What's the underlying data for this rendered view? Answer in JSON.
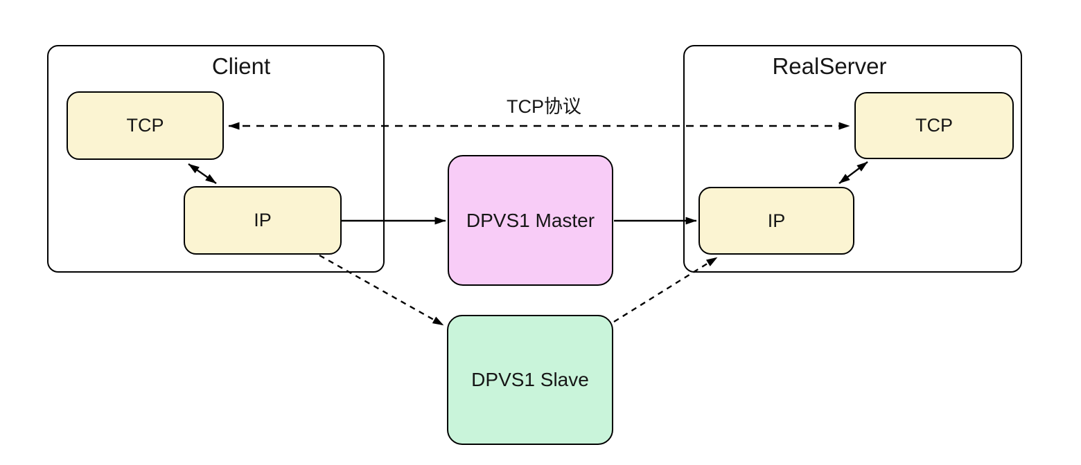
{
  "diagram": {
    "type": "network-topology",
    "groups": [
      {
        "id": "client",
        "title": "Client"
      },
      {
        "id": "realserver",
        "title": "RealServer"
      }
    ],
    "nodes": [
      {
        "id": "client-tcp",
        "label": "TCP",
        "fill": "#FBF4D2",
        "group": "client"
      },
      {
        "id": "client-ip",
        "label": "IP",
        "fill": "#FBF4D2",
        "group": "client"
      },
      {
        "id": "dpvs1-master",
        "label": "DPVS1 Master",
        "fill": "#F8CCF7",
        "group": ""
      },
      {
        "id": "dpvs1-slave",
        "label": "DPVS1 Slave",
        "fill": "#C9F4DA",
        "group": ""
      },
      {
        "id": "realserver-ip",
        "label": "IP",
        "fill": "#FBF4D2",
        "group": "realserver"
      },
      {
        "id": "realserver-tcp",
        "label": "TCP",
        "fill": "#FBF4D2",
        "group": "realserver"
      }
    ],
    "edges": [
      {
        "from": "client-tcp",
        "to": "realserver-tcp",
        "style": "dashed",
        "arrows": "both",
        "label": "TCP协议"
      },
      {
        "from": "client-tcp",
        "to": "client-ip",
        "style": "solid",
        "arrows": "both",
        "label": ""
      },
      {
        "from": "realserver-tcp",
        "to": "realserver-ip",
        "style": "solid",
        "arrows": "both",
        "label": ""
      },
      {
        "from": "client-ip",
        "to": "dpvs1-master",
        "style": "solid",
        "arrows": "end",
        "label": ""
      },
      {
        "from": "dpvs1-master",
        "to": "realserver-ip",
        "style": "solid",
        "arrows": "end",
        "label": ""
      },
      {
        "from": "client-ip",
        "to": "dpvs1-slave",
        "style": "dashed",
        "arrows": "end",
        "label": ""
      },
      {
        "from": "dpvs1-slave",
        "to": "realserver-ip",
        "style": "dashed",
        "arrows": "end",
        "label": ""
      }
    ],
    "colors": {
      "node_yellow": "#FBF4D2",
      "node_pink": "#F8CCF7",
      "node_green": "#C9F4DA",
      "stroke": "#000000",
      "background": "#FFFFFF",
      "text": "#161616"
    }
  }
}
